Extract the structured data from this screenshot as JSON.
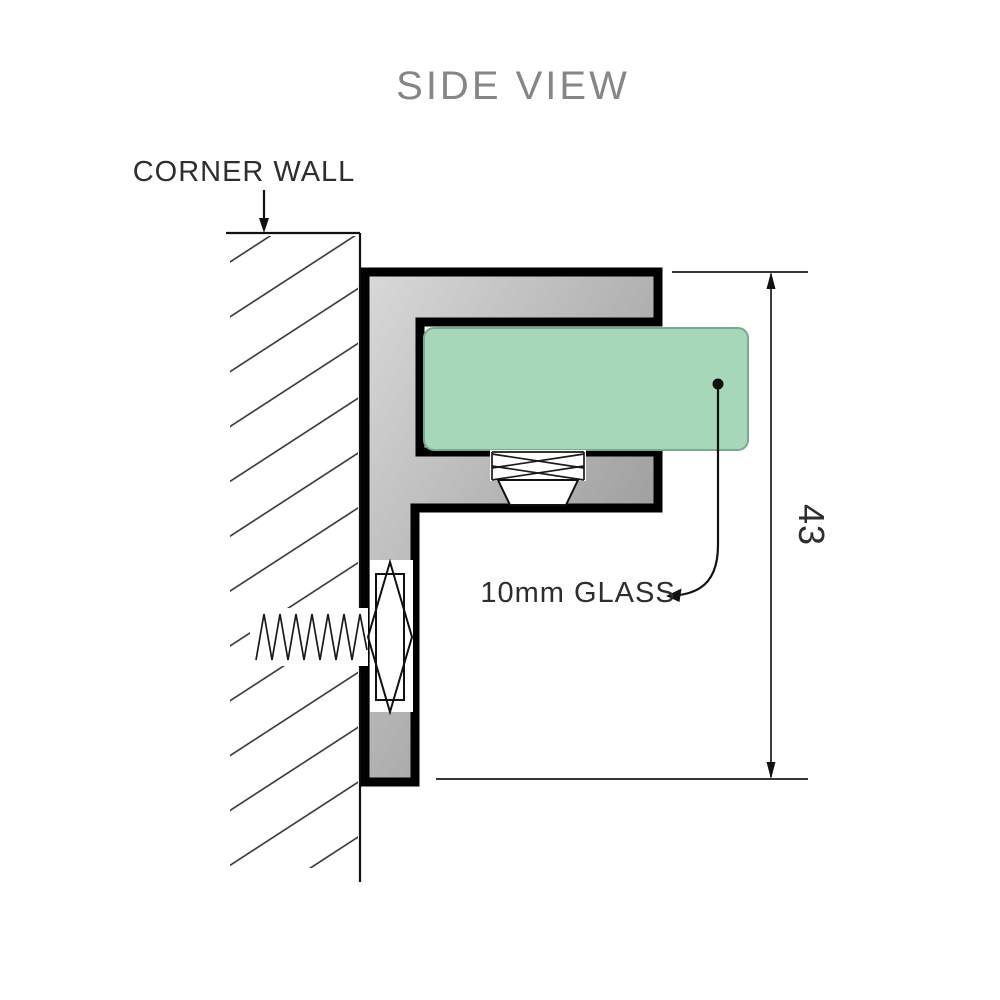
{
  "title": "SIDE VIEW",
  "wall": {
    "label": "CORNER WALL"
  },
  "glass": {
    "label": "10mm GLASS"
  },
  "dimension": {
    "value": "43"
  },
  "colors": {
    "title": "#868686",
    "label": "#2e2e2e",
    "line": "#1a1a1a",
    "bracket_light": "#d9d9d9",
    "bracket_dark": "#8a8a8a",
    "bracket_outline": "#000000",
    "glass_fill": "#a7d7b9",
    "glass_stroke": "#77aa8e"
  }
}
